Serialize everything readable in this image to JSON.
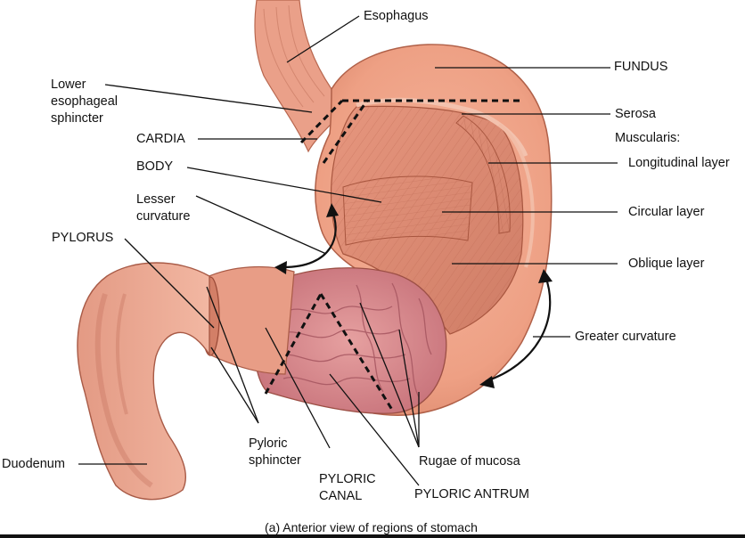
{
  "labels": {
    "esophagus": "Esophagus",
    "fundus": "FUNDUS",
    "lower_sphincter": [
      "Lower",
      "esophageal",
      "sphincter"
    ],
    "serosa": "Serosa",
    "cardia": "CARDIA",
    "muscularis": "Muscularis:",
    "body": "BODY",
    "longitudinal_layer": "Longitudinal layer",
    "lesser_curvature": [
      "Lesser",
      "curvature"
    ],
    "circular_layer": "Circular layer",
    "pylorus": "PYLORUS",
    "oblique_layer": "Oblique layer",
    "greater_curvature": "Greater curvature",
    "duodenum": "Duodenum",
    "pyloric_sphincter": [
      "Pyloric",
      "sphincter"
    ],
    "pyloric_canal": [
      "PYLORIC",
      "CANAL"
    ],
    "rugae": "Rugae of mucosa",
    "pyloric_antrum": "PYLORIC ANTRUM"
  },
  "caption": "(a) Anterior view of regions of stomach",
  "colors": {
    "tissue": "#efa38a",
    "tissue_dark": "#cf7a62",
    "tissue_light": "#f6c5b1",
    "mucosa": "#d6858c",
    "leader": "#111111"
  }
}
